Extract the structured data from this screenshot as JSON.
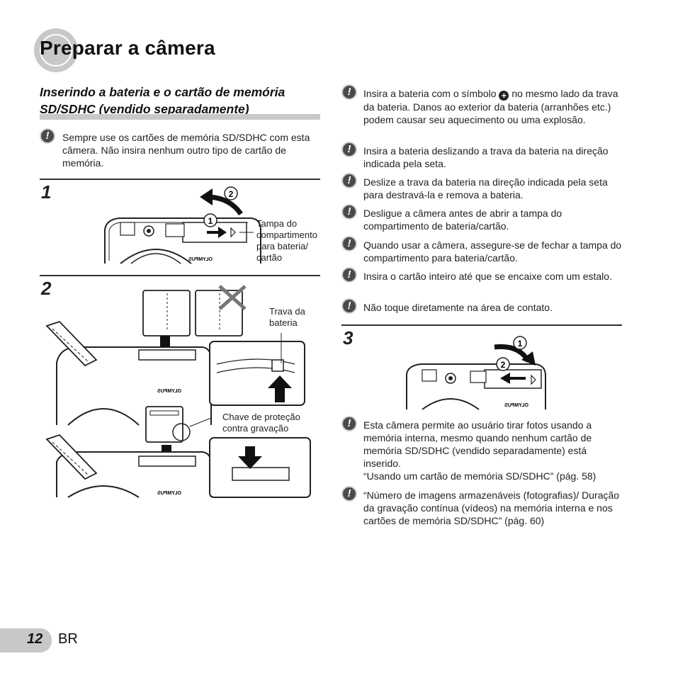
{
  "header": {
    "title": "Preparar a câmera"
  },
  "section": {
    "heading_line1": "Inserindo a bateria e o cartão de memória",
    "heading_line2": "SD/SDHC (vendido separadamente)"
  },
  "left_note": {
    "text": "Sempre use os cartões de memória SD/SDHC com esta câmera. Não insira nenhum outro tipo de cartão de memória."
  },
  "steps": {
    "step1": "1",
    "step2": "2",
    "step3": "3"
  },
  "labels": {
    "cover": "Tampa do compartimento para bateria/ cartão",
    "battery_lock": "Trava da bateria",
    "write_protect": "Chave de proteção contra gravação",
    "brand": "OLYMPUS",
    "callout_1": "1",
    "callout_2": "2"
  },
  "right_notes": [
    {
      "text_before": "Insira a bateria com o símbolo",
      "text_after": "no mesmo lado da trava da bateria. Danos ao exterior da bateria (arranhões etc.) podem causar seu aquecimento ou uma explosão."
    },
    {
      "text": "Insira a bateria deslizando a trava da bateria na direção indicada pela seta."
    },
    {
      "text": "Deslize a trava da bateria na direção indicada pela seta para destravá-la e remova a bateria."
    },
    {
      "text": "Desligue a câmera antes de abrir a tampa do compartimento de bateria/cartão."
    },
    {
      "text": "Quando usar a câmera, assegure-se de fechar a tampa do compartimento para bateria/cartão."
    },
    {
      "text": "Insira o cartão inteiro até que se encaixe com um estalo."
    },
    {
      "text": "Não toque diretamente na área de contato."
    }
  ],
  "bottom_notes": [
    {
      "text": "Esta câmera permite ao usuário tirar fotos usando a memória interna, mesmo quando nenhum cartão de memória SD/SDHC (vendido separadamente) está inserido.",
      "reference": "“Usando um cartão de memória SD/SDHC” (pág. 58)"
    },
    {
      "text": "“Número de imagens armazenáveis (fotografias)/ Duração da gravação contínua (vídeos) na memória interna e nos cartões de memória SD/SDHC” (pág. 60)"
    }
  ],
  "footer": {
    "page_number": "12",
    "lang": "BR"
  }
}
